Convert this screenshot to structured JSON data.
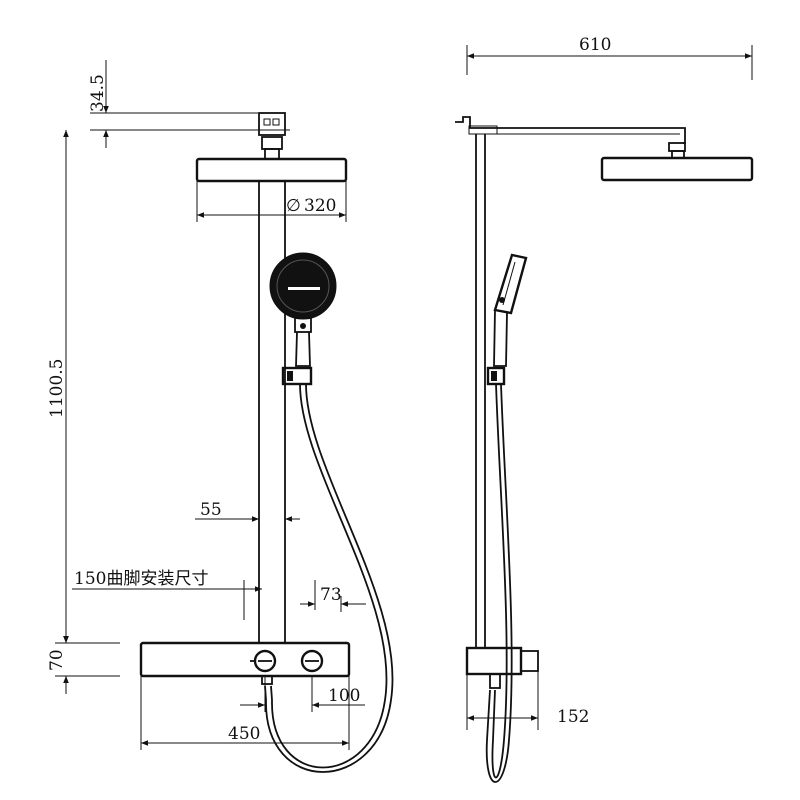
{
  "dimensions": {
    "top_offset": "34.5",
    "total_height": "1100.5",
    "head_diameter": "320",
    "pipe_spacing": "55",
    "mount_note": "150曲脚安装尺寸",
    "mount_offset": "73",
    "shelf_height": "70",
    "shelf_width": "450",
    "knob_spacing": "100",
    "side_depth": "152",
    "arm_length": "610",
    "diameter_symbol": "∅"
  }
}
